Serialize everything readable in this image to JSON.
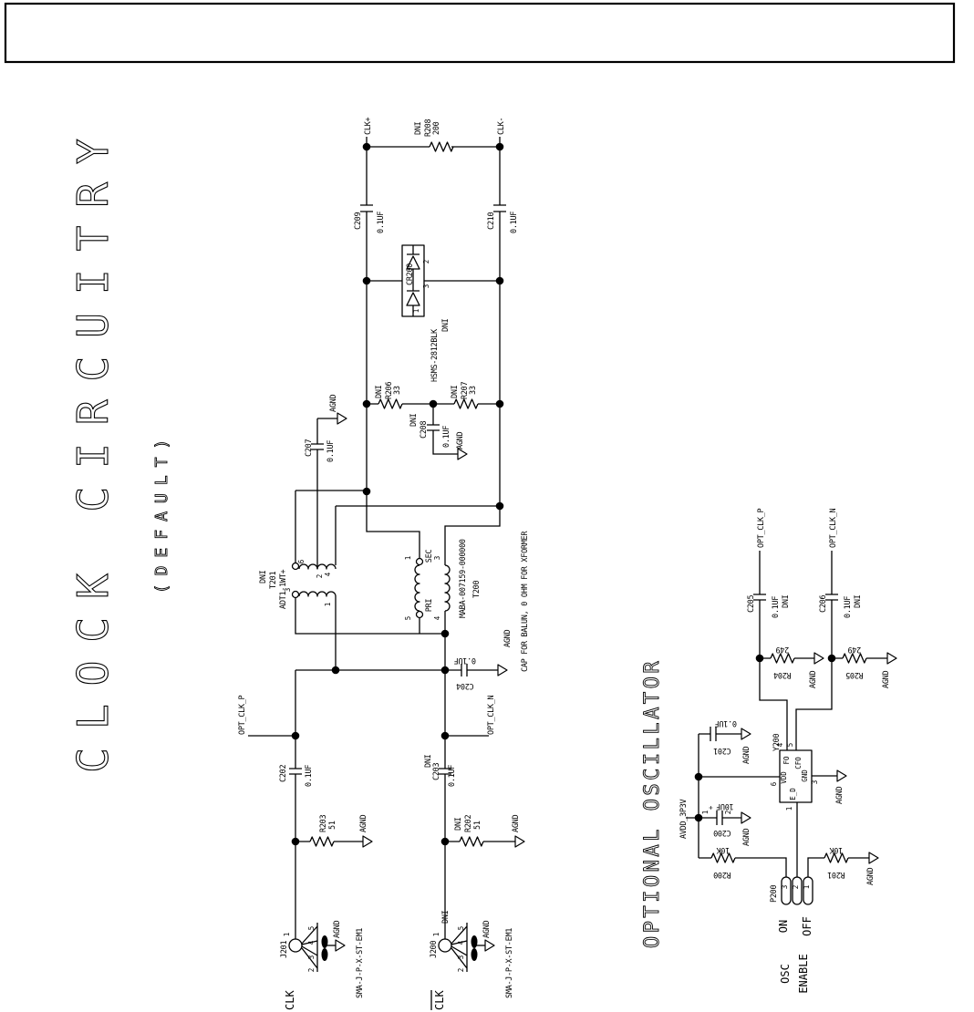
{
  "colors": {
    "background": "#ffffff",
    "ink": "#000000"
  },
  "titles": {
    "main": "CLOCK CIRCUITRY",
    "sub": "(DEFAULT)",
    "osc_section": "OPTIONAL OSCILLATOR"
  },
  "nets": {
    "clk_p": "CLK+",
    "clk_n": "CLK-",
    "opt_clk_p": "OPT_CLK_P",
    "opt_clk_n": "OPT_CLK_N",
    "avdd": "AVDD_3P3V",
    "agnd": "AGND",
    "clk": "CLK"
  },
  "note": {
    "balun": "CAP FOR BALUN, 0 OHM FOR XFORMER"
  },
  "osc_enable": {
    "on": "ON",
    "off": "OFF",
    "line1": "OSC",
    "line2": "ENABLE"
  },
  "components": {
    "r208": {
      "dni": "DNI",
      "ref": "R208",
      "value": "200"
    },
    "c209": {
      "ref": "C209",
      "value": "0.1UF"
    },
    "c210": {
      "ref": "C210",
      "value": "0.1UF"
    },
    "cr200": {
      "ref": "CR200",
      "part": "HSMS-2812BLK",
      "dni": "DNI",
      "pin1": "1",
      "pin2": "2",
      "pin3": "3"
    },
    "r206": {
      "dni": "DNI",
      "ref": "R206",
      "value": "33"
    },
    "r207": {
      "dni": "DNI",
      "ref": "R207",
      "value": "33"
    },
    "c208": {
      "dni": "DNI",
      "ref": "C208",
      "value": "0.1UF"
    },
    "c207": {
      "ref": "C207",
      "value": "0.1UF"
    },
    "t201": {
      "dni": "DNI",
      "ref": "T201",
      "part": "ADT1-1WT+",
      "pin1": "1",
      "pin2": "2",
      "pin3": "3",
      "pin4": "4",
      "pin6": "6"
    },
    "t200": {
      "ref": "T200",
      "part": "MABA-007159-000000",
      "sec": "SEC",
      "pri": "PRI",
      "pin1": "1",
      "pin3": "3",
      "pin4": "4",
      "pin5": "5"
    },
    "c204": {
      "ref": "C204",
      "value": "0.1UF"
    },
    "c202": {
      "ref": "C202",
      "value": "0.1UF"
    },
    "c203": {
      "dni": "DNI",
      "ref": "C203",
      "value": "0.1UF"
    },
    "r203": {
      "ref": "R203",
      "value": "51"
    },
    "r202": {
      "dni": "DNI",
      "ref": "R202",
      "value": "51"
    },
    "j201": {
      "ref": "J201",
      "part": "SMA-J-P-X-ST-EM1",
      "pin1": "1",
      "pin2": "2",
      "pin3": "3",
      "pin4": "4",
      "pin5": "5"
    },
    "j200": {
      "ref": "J200",
      "dni": "DNI",
      "part": "SMA-J-P-X-ST-EM1",
      "pin1": "1",
      "pin2": "2",
      "pin3": "3",
      "pin4": "4",
      "pin5": "5"
    },
    "c205": {
      "ref": "C205",
      "value": "0.1UF",
      "dni": "DNI"
    },
    "c206": {
      "ref": "C206",
      "value": "0.1UF",
      "dni": "DNI"
    },
    "r204": {
      "ref": "R204",
      "value": "249"
    },
    "r205": {
      "ref": "R205",
      "value": "249"
    },
    "c201": {
      "ref": "C201",
      "value": "0.1UF"
    },
    "c200": {
      "ref": "C200",
      "value": "10UF",
      "pin1": "1",
      "pin2": "2",
      "plus": "+"
    },
    "r200": {
      "ref": "R200",
      "value": "10K"
    },
    "r201": {
      "ref": "R201",
      "value": "10K"
    },
    "y200": {
      "ref": "Y200",
      "vdd": "VDD",
      "ed": "E_D",
      "gnd": "GND",
      "fo": "FO",
      "cfo": "CFO",
      "pin1": "1",
      "pin3": "3",
      "pin4": "4",
      "pin5": "5",
      "pin6": "6"
    },
    "p200": {
      "ref": "P200",
      "pin1": "1",
      "pin2": "2",
      "pin3": "3"
    }
  }
}
